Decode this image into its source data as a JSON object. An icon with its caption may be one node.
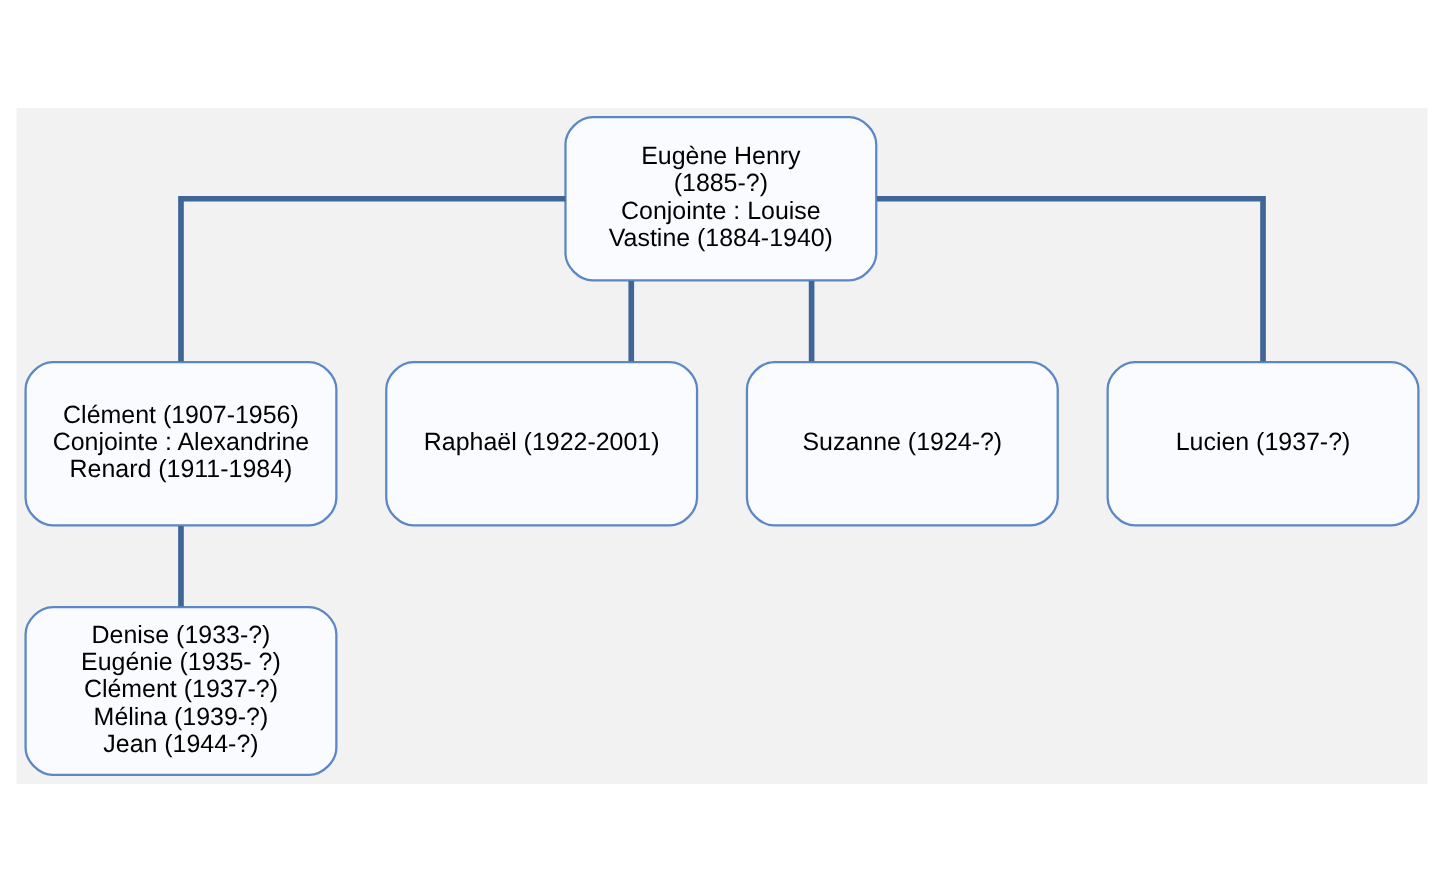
{
  "diagram": {
    "nodes": [
      {
        "text": [
          "Eugène Henry",
          "(1885-?)",
          "Conjointe : Louise Vastine (1884-1940)"
        ]
      },
      {
        "text": [
          "Clément (1907-1956)",
          "Conjointe : Alexandrine Renard (1911-1984)"
        ]
      },
      {
        "text": [
          "Raphaël (1922-2001)"
        ]
      },
      {
        "text": [
          "Suzanne (1924-?)"
        ]
      },
      {
        "text": [
          "Lucien (1937-?)"
        ]
      },
      {
        "text": [
          "Denise (1933-?)",
          "Eugénie (1935- ?)",
          "Clément (1937-?)",
          "Mélina (1939-?)",
          "Jean (1944-?)"
        ]
      }
    ],
    "edges": [
      {
        "from": 0,
        "to": 1,
        "arrow": "none"
      },
      {
        "from": 0,
        "to": 2,
        "arrow": "none"
      },
      {
        "from": 0,
        "to": 3,
        "arrow": "none"
      },
      {
        "from": 0,
        "to": 4,
        "arrow": "none"
      },
      {
        "from": 1,
        "to": 5,
        "arrow": "none"
      }
    ]
  }
}
